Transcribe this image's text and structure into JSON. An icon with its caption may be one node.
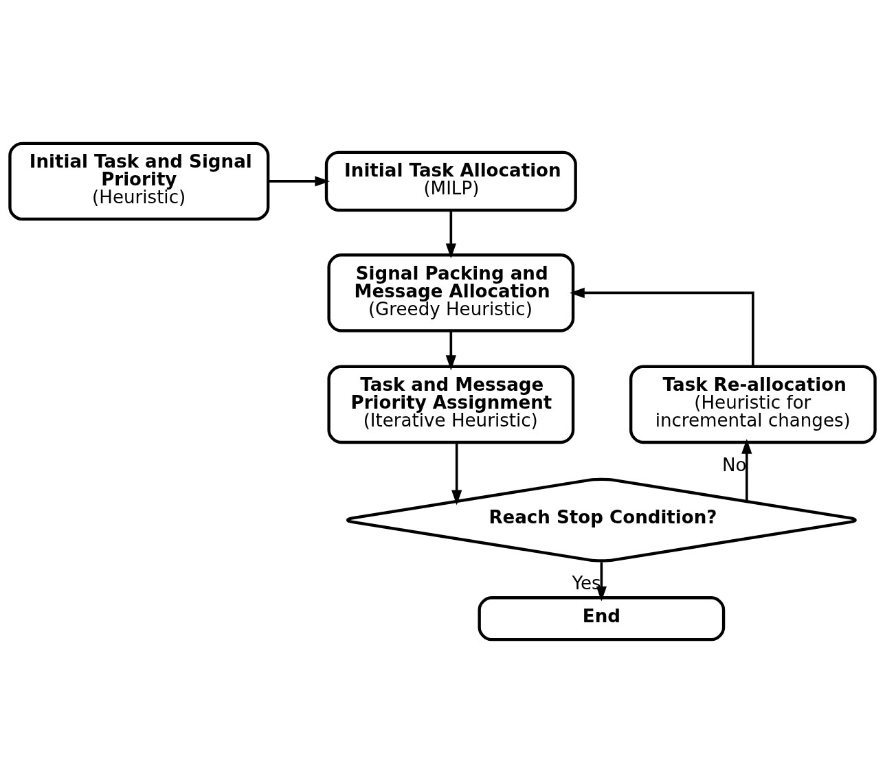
{
  "diagram": {
    "nodes": [
      {
        "text": [
          "Initial Task and Signal Priority",
          "(Heuristic)"
        ]
      },
      {
        "text": [
          "Initial Task Allocation",
          "(MILP)"
        ]
      },
      {
        "text": [
          "Signal Packing and Message Allocation",
          "(Greedy Heuristic)"
        ]
      },
      {
        "text": [
          "Task and Message Priority Assignment",
          "(Iterative Heuristic)"
        ]
      },
      {
        "text": [
          "Reach Stop Condition?"
        ]
      },
      {
        "text": [
          "Task Re-allocation",
          "(Heuristic for incremental changes)"
        ]
      },
      {
        "text": [
          "End"
        ]
      }
    ],
    "edges": [
      {
        "from": 0,
        "to": 1,
        "arrow": "to"
      },
      {
        "from": 1,
        "to": 2,
        "arrow": "to"
      },
      {
        "from": 5,
        "to": 2,
        "arrow": "to"
      },
      {
        "from": 2,
        "to": 3,
        "arrow": "to"
      },
      {
        "from": 3,
        "to": 4,
        "arrow": "to"
      },
      {
        "from": 4,
        "to": 6,
        "arrow": "to",
        "label": "Yes"
      },
      {
        "from": 4,
        "to": 5,
        "arrow": "to",
        "label": "No"
      }
    ]
  }
}
